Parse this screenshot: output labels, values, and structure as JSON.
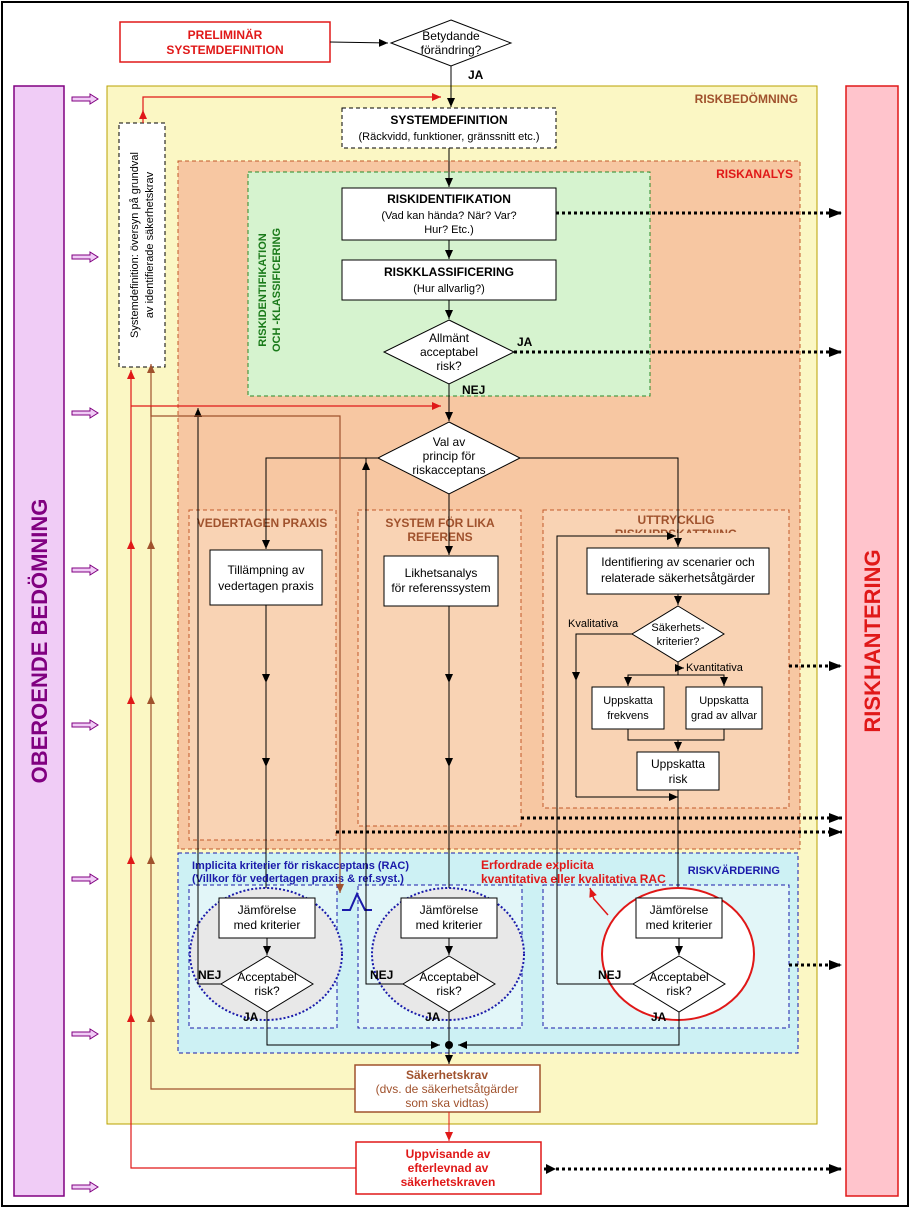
{
  "colors": {
    "riskbedomning_bg": "#fbf7c4",
    "riskanalys_bg": "#f7c7a2",
    "green_bg": "#d6f3cf",
    "riskvardering_bg": "#cdf1f4",
    "oberoende_bg": "#f0ccf6",
    "riskhantering_bg": "#ffc4cc",
    "red": "#e01818",
    "brown": "#a0522d",
    "blue": "#1a1aaa",
    "green": "#1a7a1a",
    "purple": "#800080"
  },
  "top": {
    "preliminar_line1": "PRELIMINÄR",
    "preliminar_line2": "SYSTEMDEFINITION",
    "betydande_line1": "Betydande",
    "betydande_line2": "förändring?",
    "ja": "JA"
  },
  "sides": {
    "oberoende": "OBEROENDE BEDÖMNING",
    "riskhantering": "RISKHANTERING"
  },
  "sections": {
    "riskbedomning": "RISKBEDÖMNING",
    "riskanalys": "RISKANALYS",
    "riskvardering": "RISKVÄRDERING",
    "green_line1": "RISKIDENTIFIKATION",
    "green_line2": "OCH -KLASSIFICERING",
    "vedertagen": "VEDERTAGEN PRAXIS",
    "system_line1": "SYSTEM FÖR LIKA",
    "system_line2": "REFERENS",
    "uttrycklig_line1": "UTTRYCKLIG",
    "uttrycklig_line2": "RISKUPPSKATTNING"
  },
  "systemdef": {
    "title": "SYSTEMDEFINITION",
    "sub": "(Räckvidd, funktioner, gränssnitt etc.)"
  },
  "systemdef_vertical": {
    "line1": "Systemdefinition: översyn på grundval",
    "line2": "av identifierade säkerhetskrav"
  },
  "riskident": {
    "title": "RISKIDENTIFIKATION",
    "line1": "(Vad kan hända? När? Var?",
    "line2": "Hur? Etc.)"
  },
  "riskklass": {
    "title": "RISKKLASSIFICERING",
    "sub": "(Hur allvarlig?)"
  },
  "allmant": {
    "line1": "Allmänt",
    "line2": "acceptabel",
    "line3": "risk?",
    "ja": "JA",
    "nej": "NEJ"
  },
  "val": {
    "line1": "Val av",
    "line2": "princip för",
    "line3": "riskacceptans"
  },
  "tillampning": {
    "line1": "Tillämpning av",
    "line2": "vedertagen praxis"
  },
  "likhet": {
    "line1": "Likhetsanalys",
    "line2": "för referenssystem"
  },
  "identifiering": {
    "line1": "Identifiering av scenarier och",
    "line2": "relaterade säkerhetsåtgärder"
  },
  "sakerhets_q": {
    "line1": "Säkerhets-",
    "line2": "kriterier?",
    "kvalitativa": "Kvalitativa",
    "kvantitativa": "Kvantitativa"
  },
  "frekvens": {
    "line1": "Uppskatta",
    "line2": "frekvens"
  },
  "allvar": {
    "line1": "Uppskatta",
    "line2": "grad av allvar"
  },
  "uppskatta_risk": {
    "line1": "Uppskatta",
    "line2": "risk"
  },
  "implicit": {
    "line1": "Implicita kriterier för riskacceptans (RAC)",
    "line2": "(Villkor för vedertagen praxis & ref.syst.)"
  },
  "explicit": {
    "line1": "Erfordrade explicita",
    "line2": "kvantitativa eller kvalitativa RAC"
  },
  "jamforelse": {
    "line1": "Jämförelse",
    "line2": "med kriterier"
  },
  "acceptabel": {
    "line1": "Acceptabel",
    "line2": "risk?",
    "nej": "NEJ",
    "ja": "JA"
  },
  "sakerhetskrav": {
    "title": "Säkerhetskrav",
    "line1": "(dvs. de säkerhetsåtgärder",
    "line2": "som ska vidtas)"
  },
  "uppvisande": {
    "line1": "Uppvisande av",
    "line2": "efterlevnad av",
    "line3": "säkerhetskraven"
  }
}
